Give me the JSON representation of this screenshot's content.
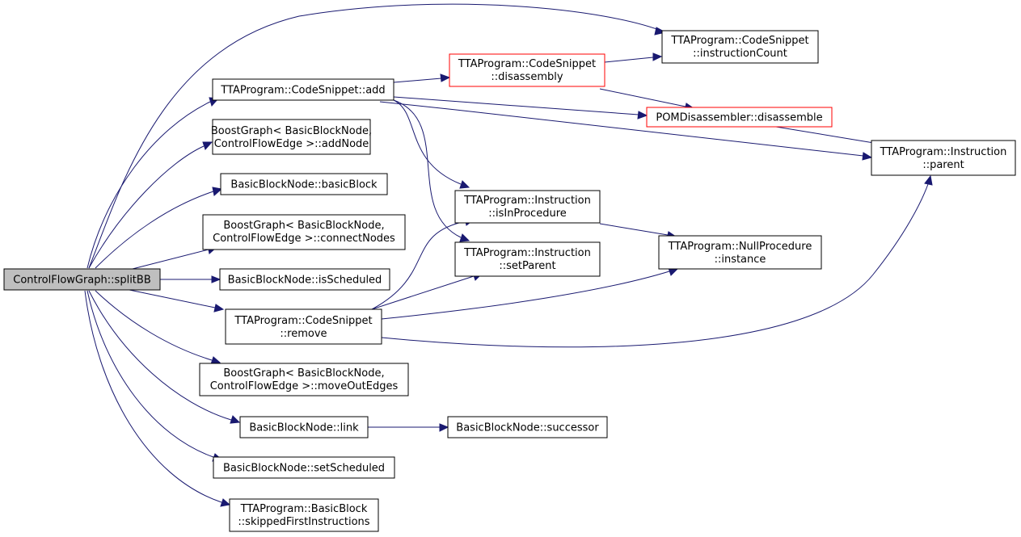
{
  "colors": {
    "edge": "#191970",
    "root_fill": "#bfbfbf",
    "node_fill": "#ffffff",
    "node_border": "#000000",
    "highlight_border": "#ff0000"
  },
  "nodes": {
    "splitBB": {
      "lines": [
        "ControlFlowGraph::splitBB"
      ],
      "style": "root"
    },
    "add": {
      "lines": [
        "TTAProgram::CodeSnippet::add"
      ],
      "style": "normal"
    },
    "addNode": {
      "lines": [
        "BoostGraph< BasicBlockNode,",
        "ControlFlowEdge >::addNode"
      ],
      "style": "normal"
    },
    "basicBlock": {
      "lines": [
        "BasicBlockNode::basicBlock"
      ],
      "style": "normal"
    },
    "connectNodes": {
      "lines": [
        "BoostGraph< BasicBlockNode,",
        "ControlFlowEdge >::connectNodes"
      ],
      "style": "normal"
    },
    "isScheduled": {
      "lines": [
        "BasicBlockNode::isScheduled"
      ],
      "style": "normal"
    },
    "remove": {
      "lines": [
        "TTAProgram::CodeSnippet",
        "::remove"
      ],
      "style": "normal"
    },
    "moveOutEdges": {
      "lines": [
        "BoostGraph< BasicBlockNode,",
        "ControlFlowEdge >::moveOutEdges"
      ],
      "style": "normal"
    },
    "link": {
      "lines": [
        "BasicBlockNode::link"
      ],
      "style": "normal"
    },
    "setScheduled": {
      "lines": [
        "BasicBlockNode::setScheduled"
      ],
      "style": "normal"
    },
    "skipped": {
      "lines": [
        "TTAProgram::BasicBlock",
        "::skippedFirstInstructions"
      ],
      "style": "normal"
    },
    "instructionCount": {
      "lines": [
        "TTAProgram::CodeSnippet",
        "::instructionCount"
      ],
      "style": "normal"
    },
    "disassembly": {
      "lines": [
        "TTAProgram::CodeSnippet",
        "::disassembly"
      ],
      "style": "highlight"
    },
    "disassemble": {
      "lines": [
        "POMDisassembler::disassemble"
      ],
      "style": "highlight"
    },
    "parent": {
      "lines": [
        "TTAProgram::Instruction",
        "::parent"
      ],
      "style": "normal"
    },
    "isInProcedure": {
      "lines": [
        "TTAProgram::Instruction",
        "::isInProcedure"
      ],
      "style": "normal"
    },
    "setParent": {
      "lines": [
        "TTAProgram::Instruction",
        "::setParent"
      ],
      "style": "normal"
    },
    "instance": {
      "lines": [
        "TTAProgram::NullProcedure",
        "::instance"
      ],
      "style": "normal"
    },
    "successor": {
      "lines": [
        "BasicBlockNode::successor"
      ],
      "style": "normal"
    }
  },
  "edges": [
    [
      "splitBB",
      "instructionCount"
    ],
    [
      "splitBB",
      "add"
    ],
    [
      "splitBB",
      "addNode"
    ],
    [
      "splitBB",
      "basicBlock"
    ],
    [
      "splitBB",
      "connectNodes"
    ],
    [
      "splitBB",
      "isScheduled"
    ],
    [
      "splitBB",
      "remove"
    ],
    [
      "splitBB",
      "moveOutEdges"
    ],
    [
      "splitBB",
      "link"
    ],
    [
      "splitBB",
      "setScheduled"
    ],
    [
      "splitBB",
      "skipped"
    ],
    [
      "add",
      "disassembly"
    ],
    [
      "add",
      "disassemble"
    ],
    [
      "add",
      "parent"
    ],
    [
      "add",
      "isInProcedure"
    ],
    [
      "add",
      "setParent"
    ],
    [
      "disassembly",
      "instructionCount"
    ],
    [
      "disassembly",
      "disassemble"
    ],
    [
      "disassemble",
      "parent"
    ],
    [
      "isInProcedure",
      "instance"
    ],
    [
      "remove",
      "isInProcedure"
    ],
    [
      "remove",
      "setParent"
    ],
    [
      "remove",
      "instance"
    ],
    [
      "remove",
      "parent"
    ],
    [
      "link",
      "successor"
    ]
  ]
}
